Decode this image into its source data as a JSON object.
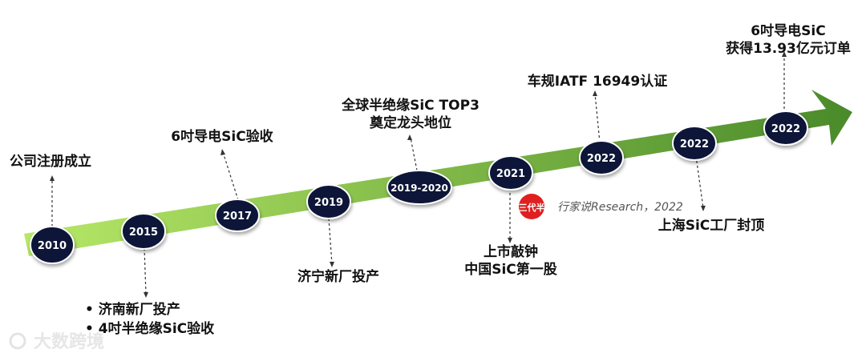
{
  "nodes": [
    {
      "id": "n2010",
      "label": "2010"
    },
    {
      "id": "n2015",
      "label": "2015"
    },
    {
      "id": "n2017",
      "label": "2017"
    },
    {
      "id": "n2019",
      "label": "2019"
    },
    {
      "id": "n2019b",
      "label": "2019-2020"
    },
    {
      "id": "n2021",
      "label": "2021"
    },
    {
      "id": "n2022a",
      "label": "2022"
    },
    {
      "id": "n2022b",
      "label": "2022"
    },
    {
      "id": "n2022c",
      "label": "2022"
    }
  ],
  "events": {
    "e2010": [
      "公司注册成立"
    ],
    "e2015": [
      "•  济南新厂投产",
      "•  4吋半绝缘SiC验收"
    ],
    "e2017": [
      "6吋导电SiC验收"
    ],
    "e2019": [
      "济宁新厂投产"
    ],
    "e2019b": [
      "全球半绝缘SiC TOP3",
      "奠定龙头地位"
    ],
    "e2021": [
      "上市敲钟",
      "中国SiC第一股"
    ],
    "e2022a": [
      "车规IATF 16949认证"
    ],
    "e2022b": [
      "上海SiC工厂封顶"
    ],
    "e2022c": [
      "6吋导电SiC",
      "获得13.93亿元订单"
    ]
  },
  "source_note": "行家说Research，2022",
  "source_logo_text": "三代半",
  "watermark": "大数跨境",
  "colors": {
    "arrow_start": "#b7e867",
    "arrow_end": "#4a8a2a",
    "node_fill": "#0d1238",
    "logo_red": "#e02020"
  }
}
